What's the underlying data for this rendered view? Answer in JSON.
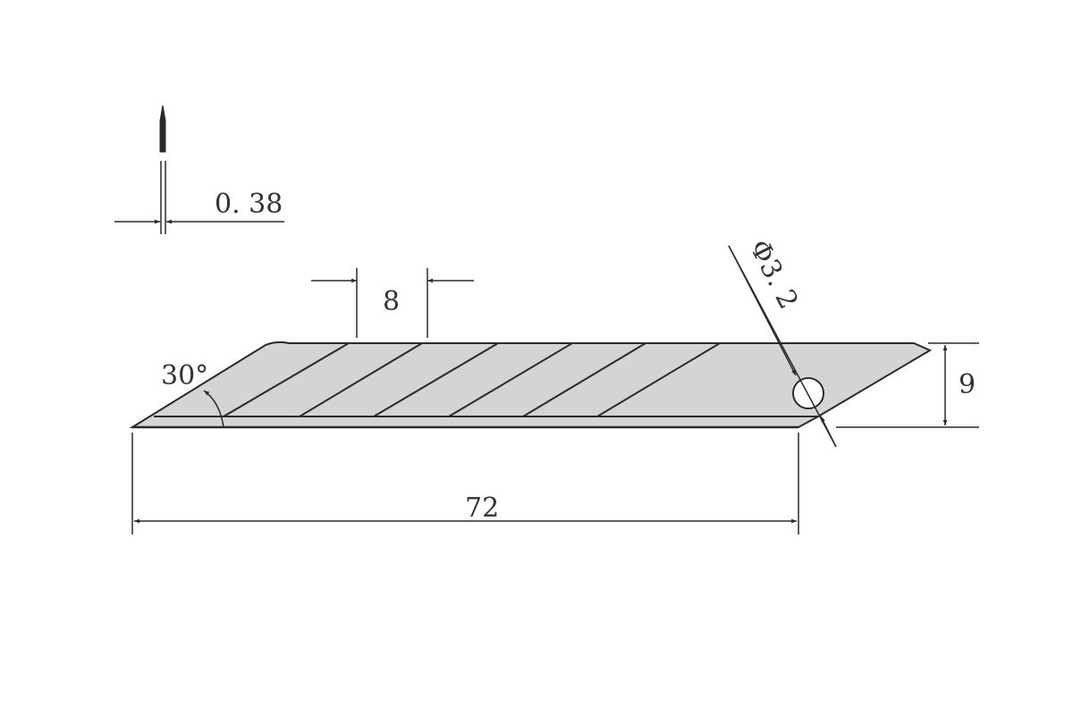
{
  "title": "Snap-off blade dimension drawing",
  "colors": {
    "blade_fill": "#d4d4d4",
    "line": "#2a2a2a"
  },
  "dimensions": {
    "thickness": "0. 38",
    "segment_width": "8",
    "angle": "30°",
    "hole_diameter": "Φ3. 2",
    "height": "9",
    "length": "72"
  }
}
